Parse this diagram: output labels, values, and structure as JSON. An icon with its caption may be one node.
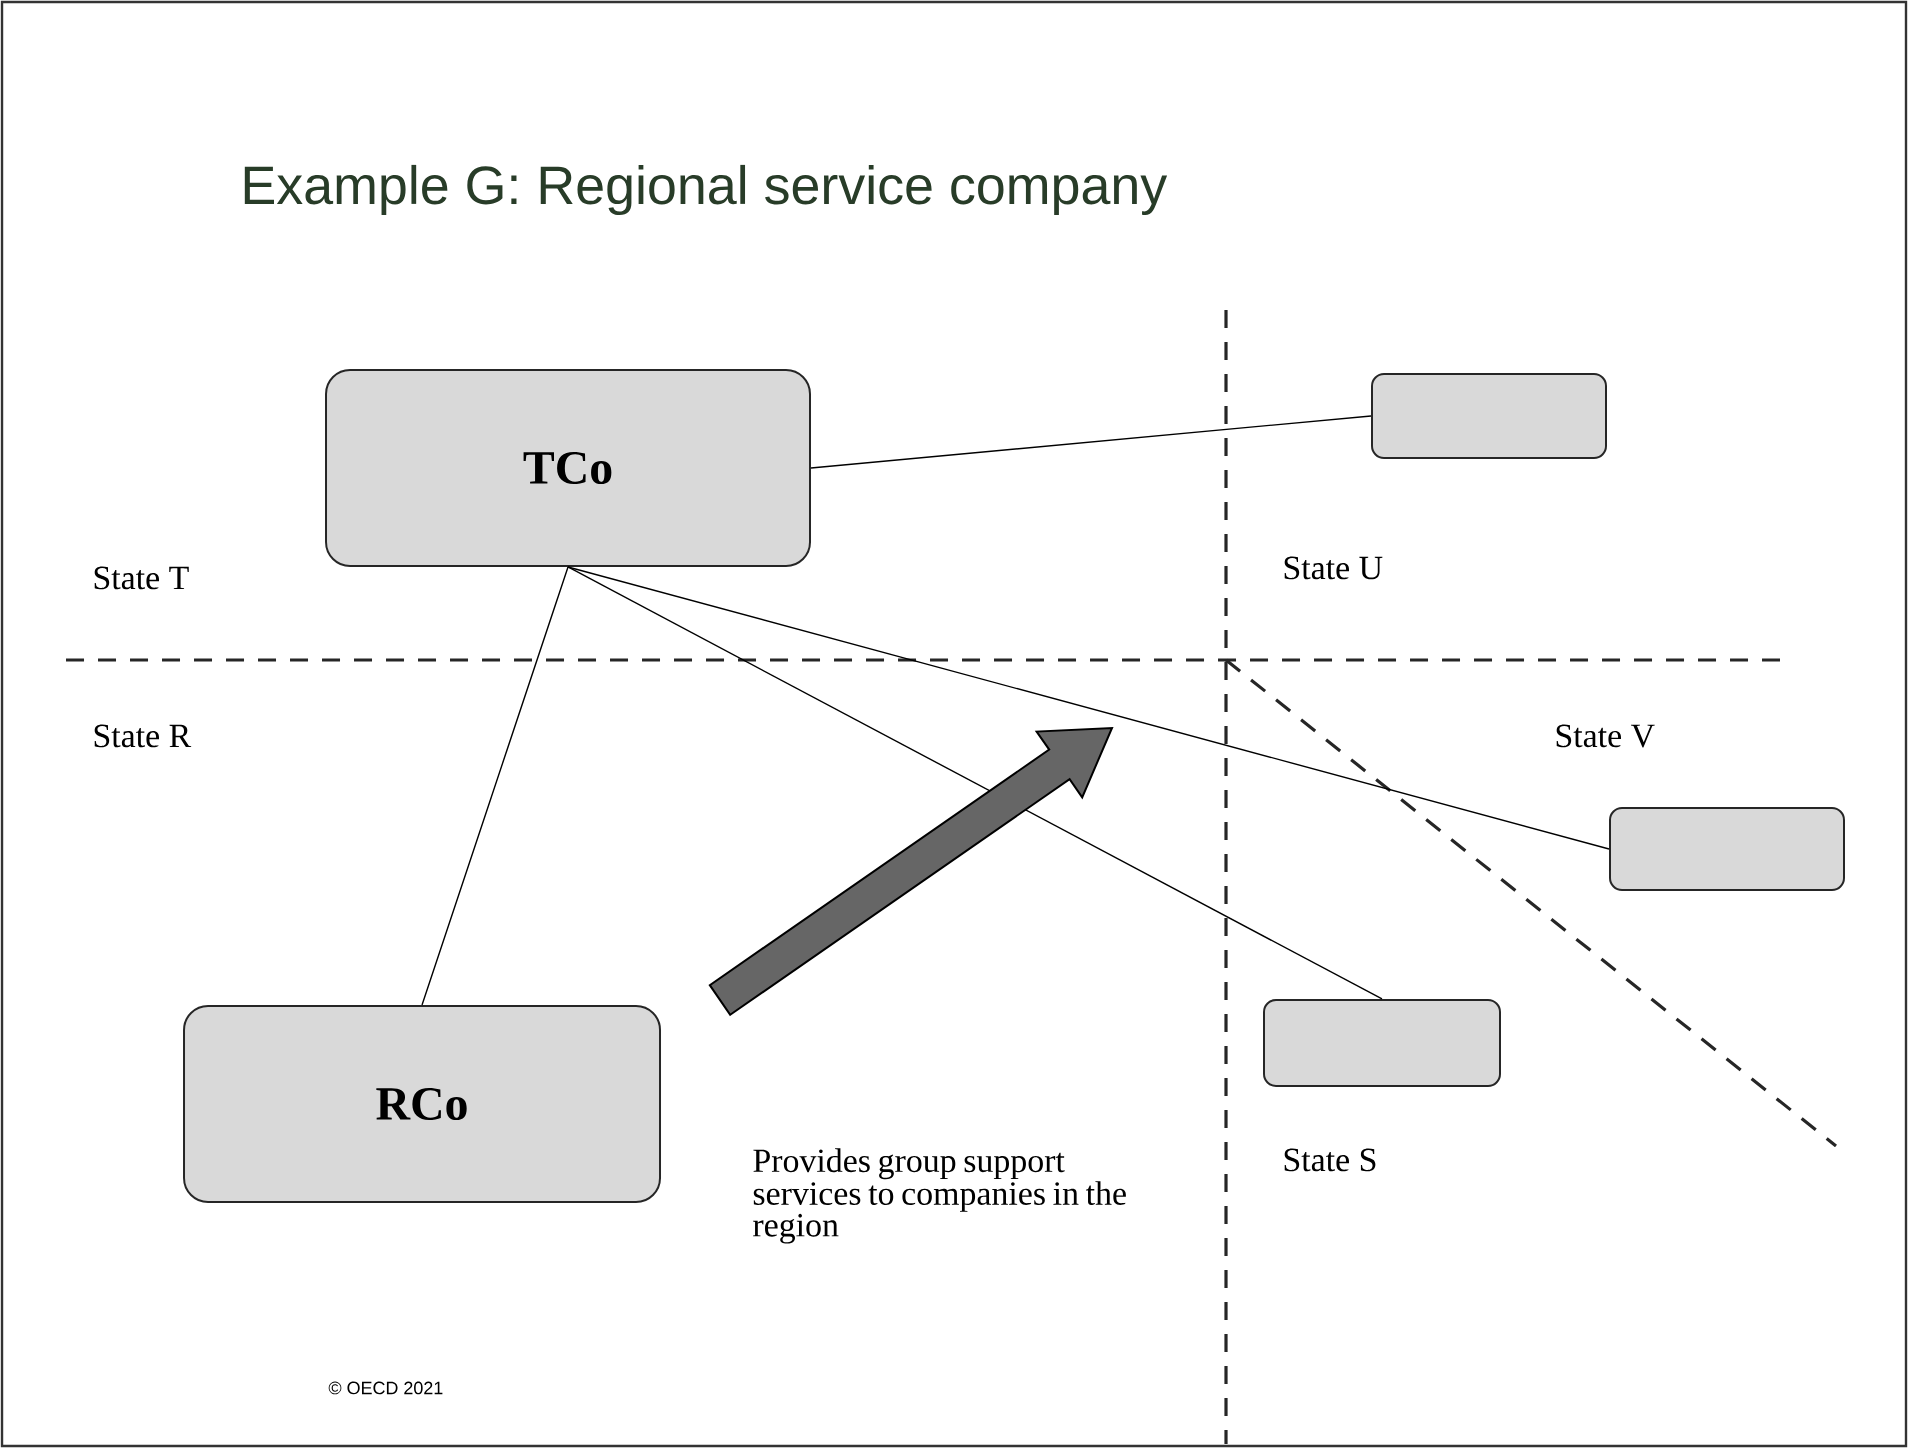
{
  "diagram": {
    "title": "Example G:  Regional service company",
    "nodes": [
      {
        "text": [
          "TCo"
        ]
      },
      {
        "text": [],
        "shape": "box"
      },
      {
        "text": [],
        "shape": "box"
      },
      {
        "text": [],
        "shape": "box"
      },
      {
        "text": [
          "RCo"
        ]
      }
    ],
    "edges": [
      {
        "from": 0,
        "to": 1,
        "arrow": "none"
      },
      {
        "from": 0,
        "to": 4,
        "arrow": "none"
      },
      {
        "from": 0,
        "to": 3,
        "arrow": "none"
      },
      {
        "from": 0,
        "to": 2,
        "arrow": "none"
      }
    ],
    "labels": [
      "State T",
      "State U",
      "State R",
      "State V",
      "Provides group support services to companies in the region",
      "State S",
      "© OECD 2021"
    ]
  }
}
